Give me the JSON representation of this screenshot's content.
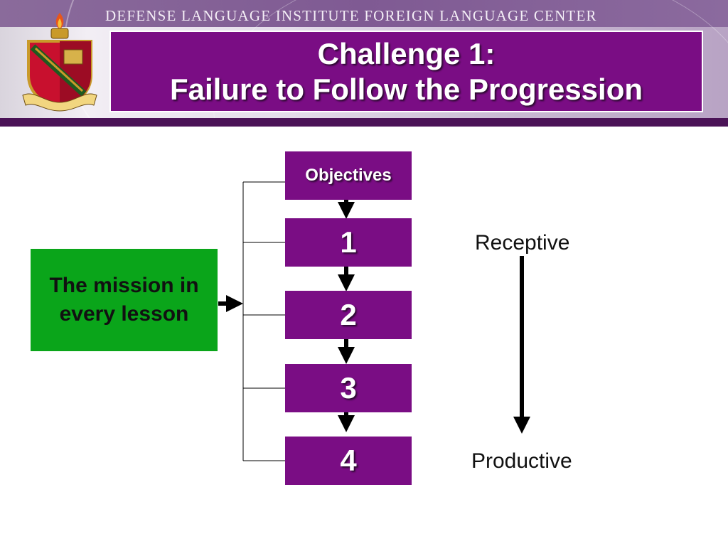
{
  "header": {
    "institute_name": "DEFENSE LANGUAGE INSTITUTE FOREIGN LANGUAGE CENTER",
    "title_line1": "Challenge 1:",
    "title_line2": "Failure to Follow the Progression",
    "emblem_icon": "dli-crest-icon",
    "colors": {
      "title_bg": "#7a0d84",
      "band": "#4b1357"
    }
  },
  "diagram": {
    "mission_text_line1": "The mission in",
    "mission_text_line2": "every lesson",
    "objectives_label": "Objectives",
    "steps": [
      "1",
      "2",
      "3",
      "4"
    ],
    "receptive_label": "Receptive",
    "productive_label": "Productive",
    "colors": {
      "mission_bg": "#0aa51a",
      "step_bg": "#7a0d84",
      "arrow": "#000000"
    }
  }
}
